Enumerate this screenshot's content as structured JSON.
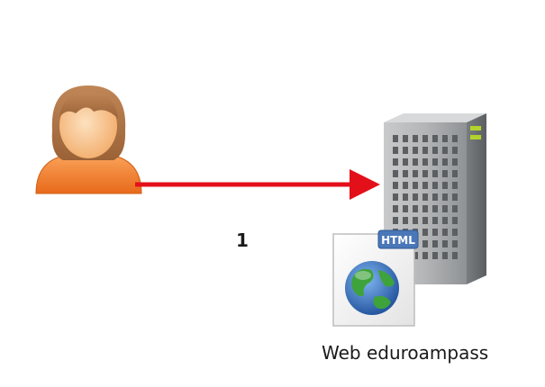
{
  "diagram": {
    "step_number": "1",
    "server_caption": "Web eduroampass",
    "page_badge": "HTML",
    "icons": {
      "user": "user-icon",
      "server": "server-tower-icon",
      "page": "html-globe-page-icon"
    },
    "colors": {
      "arrow": "#e3101a",
      "user_body": "#f07a25",
      "user_hair": "#b97a49",
      "user_face": "#f8c28c",
      "server_body": "#a4a6a8",
      "server_dark": "#6d7073",
      "server_led": "#b4d32a",
      "badge": "#4a77b8",
      "globe_land": "#3ea33a",
      "globe_water": "#2a68b8"
    }
  }
}
